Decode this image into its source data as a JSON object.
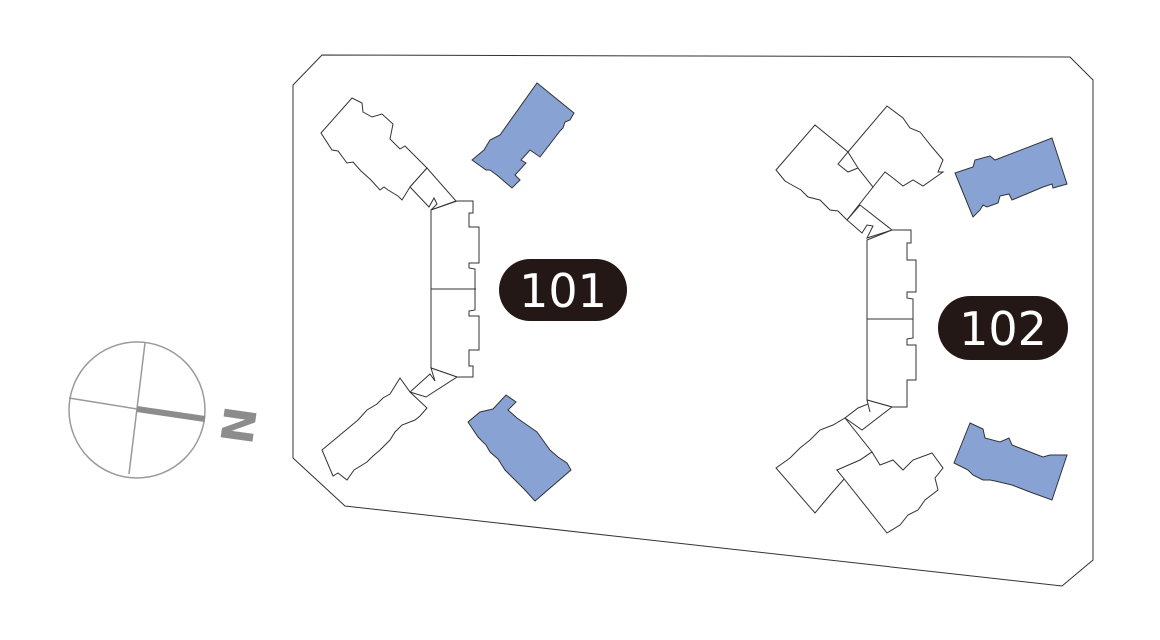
{
  "site_plan": {
    "buildings": [
      {
        "id": "building-101",
        "label": "101"
      },
      {
        "id": "building-102",
        "label": "102"
      }
    ],
    "compass": {
      "north_label": "N"
    },
    "colors": {
      "highlight": "#88a3d3",
      "label_bg": "#231815",
      "compass": "#8c8c8c",
      "outline": "#333333"
    }
  }
}
